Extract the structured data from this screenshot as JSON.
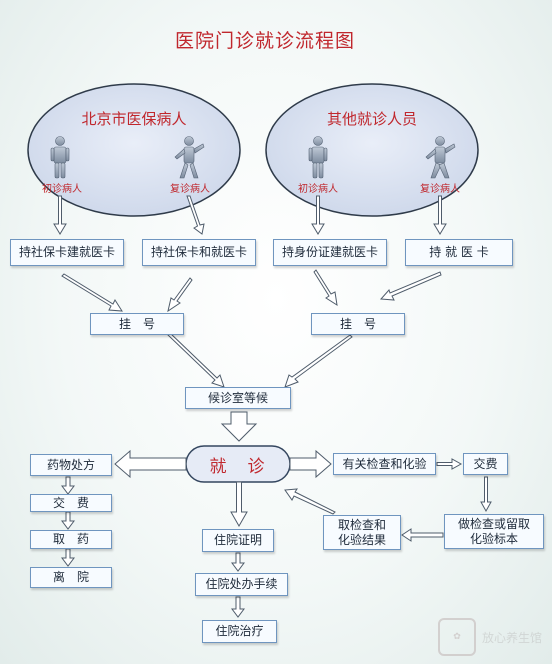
{
  "title": "医院门诊就诊流程图",
  "groups": {
    "beijing": "北京市医保病人",
    "other": "其他就诊人员"
  },
  "persons": {
    "bj_first": "初诊病人",
    "bj_return": "复诊病人",
    "other_first": "初诊病人",
    "other_return": "复诊病人"
  },
  "cards": {
    "bj_first": "持社保卡建就医卡",
    "bj_return": "持社保卡和就医卡",
    "other_first": "持身份证建就医卡",
    "other_return": "持 就 医 卡"
  },
  "register": {
    "left": "挂　号",
    "right": "挂　号"
  },
  "waiting": "候诊室等候",
  "consult": "就　诊",
  "left_branch": [
    "药物处方",
    "交　费",
    "取　药",
    "离　院"
  ],
  "hospital_branch": [
    "住院证明",
    "住院处办手续",
    "住院治疗"
  ],
  "exam_branch": {
    "exam": "有关检查和化验",
    "pay": "交费",
    "sample": "做检查或留取\n化验标本",
    "result": "取检查和\n化验结果"
  },
  "watermark": "放心养生馆"
}
